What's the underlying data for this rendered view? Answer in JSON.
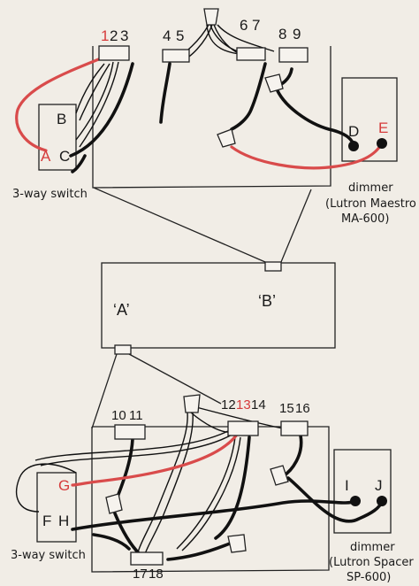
{
  "top": {
    "terminals": [
      "1",
      "2",
      "3",
      "4",
      "5",
      "6",
      "7",
      "8",
      "9"
    ],
    "switch_terminals": [
      "A",
      "B",
      "C"
    ],
    "dimmer_terminals": [
      "D",
      "E"
    ],
    "switch_label": "3-way switch",
    "dimmer_label_lines": [
      "dimmer",
      "(Lutron Maestro",
      "MA-600)"
    ]
  },
  "middle": {
    "labels": [
      "‘A’",
      "‘B’"
    ]
  },
  "bottom": {
    "terminals": [
      "10",
      "11",
      "12",
      "13",
      "14",
      "15",
      "16",
      "17",
      "18"
    ],
    "switch_terminals": [
      "F",
      "G",
      "H"
    ],
    "dimmer_terminals": [
      "I",
      "J"
    ],
    "switch_label": "3-way switch",
    "dimmer_label_lines": [
      "dimmer",
      "(Lutron Spacer",
      "SP-600)"
    ]
  },
  "colors": {
    "background": "#f1ede6",
    "ink": "#111111",
    "red_wire": "#d94b4b",
    "red_label": "#d63b3b"
  }
}
